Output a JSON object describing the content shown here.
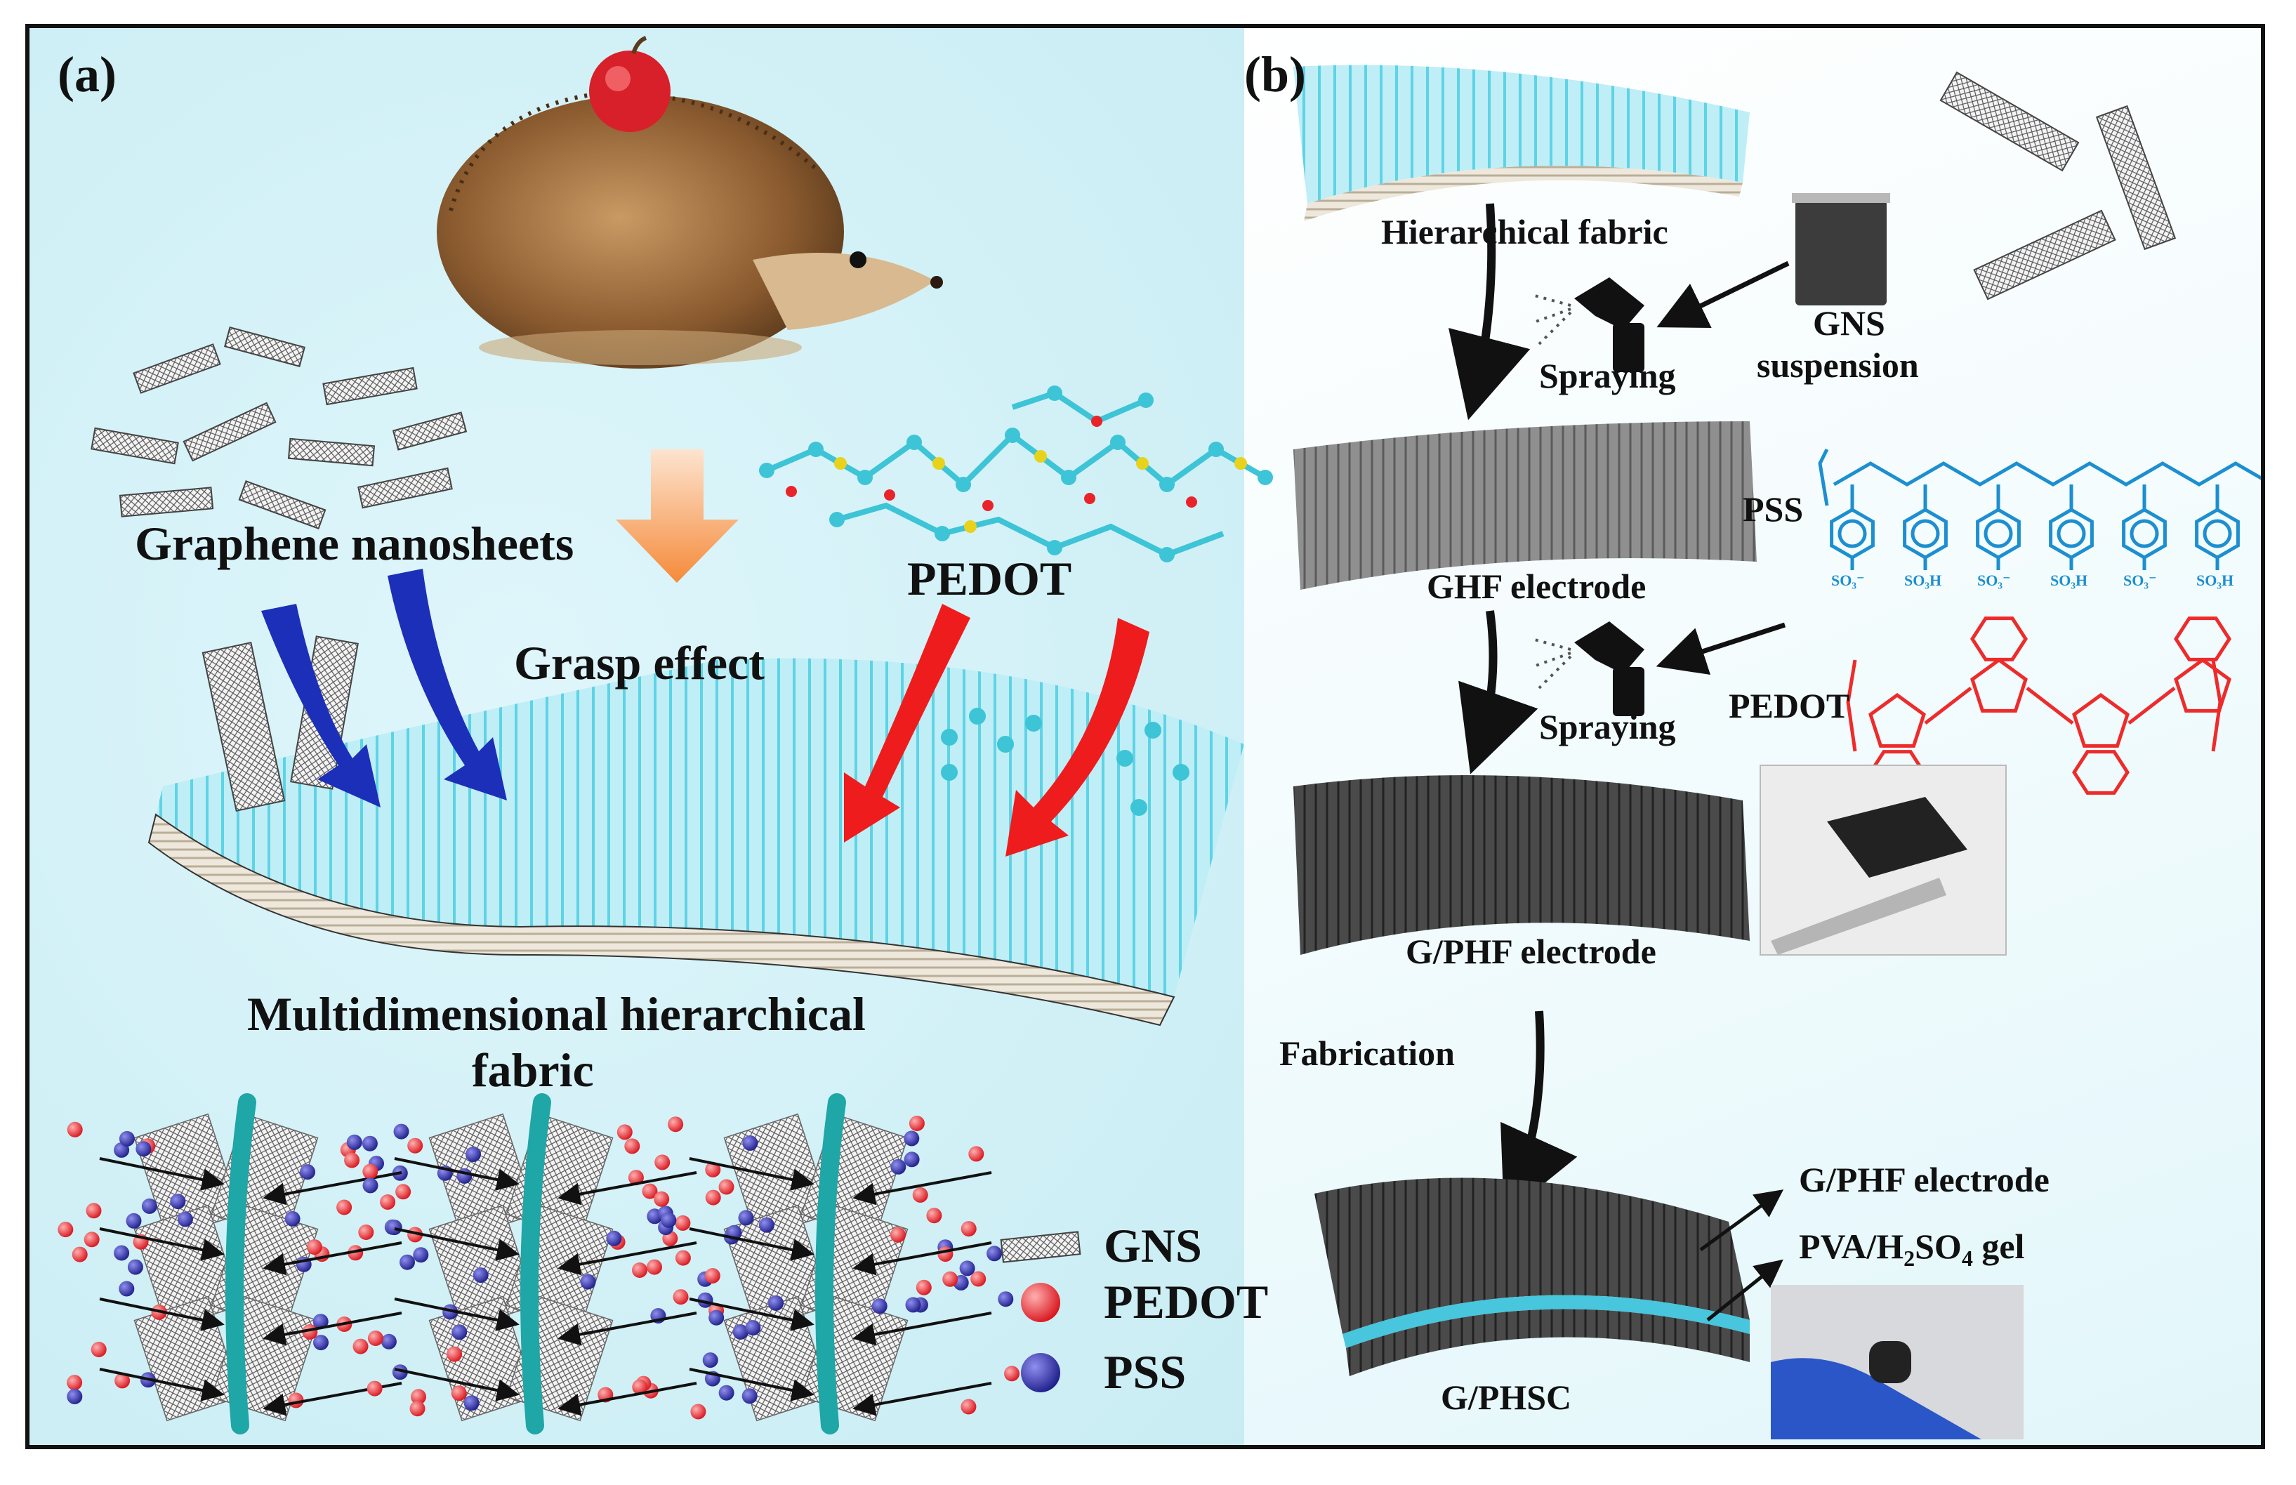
{
  "panel_a": {
    "label": "(a)",
    "graphene_label": "Graphene nanosheets",
    "pedot_label": "PEDOT",
    "grasp_label": "Grasp effect",
    "fabric_line1": "Multidimensional hierarchical",
    "fabric_line2": "fabric",
    "legend": [
      {
        "label": "GNS",
        "icon": "nanosheet-icon"
      },
      {
        "label": "PEDOT",
        "icon": "red-sphere-icon",
        "color": "#e8242a"
      },
      {
        "label": "PSS",
        "icon": "blue-sphere-icon",
        "color": "#2a2a9c"
      }
    ]
  },
  "panel_b": {
    "label": "(b)",
    "hierarchical_fabric": "Hierarchical fabric",
    "gns_line1": "GNS",
    "gns_line2": "suspension",
    "spraying1": "Spraying",
    "pss": "PSS",
    "ghf_electrode": "GHF electrode",
    "pedot": "PEDOT",
    "spraying2": "Spraying",
    "gphf_electrode": "G/PHF electrode",
    "fabrication": "Fabrication",
    "gphf_callout": "G/PHF electrode",
    "gel_pva": "PVA/H",
    "gel_sub": "2",
    "gel_so": "SO",
    "gel_sub2": "4",
    "gel_tail": " gel",
    "gphsc": "G/PHSC",
    "pss_groups": [
      "SO₃⁻",
      "SO₃H",
      "SO₃⁻",
      "SO₃H",
      "SO₃⁻",
      "SO₃H"
    ]
  },
  "colors": {
    "blue_arrow": "#1c2fb8",
    "red_arrow": "#ee1c1c",
    "orange_arrow": "#f58a3a",
    "fabric_cyan": "#5fd3e6",
    "fiber_teal": "#1fa6a6",
    "electrode_dark": "#3b3b3b",
    "pss_blue": "#1d8fd0",
    "pedot_red": "#ee2b2b"
  }
}
